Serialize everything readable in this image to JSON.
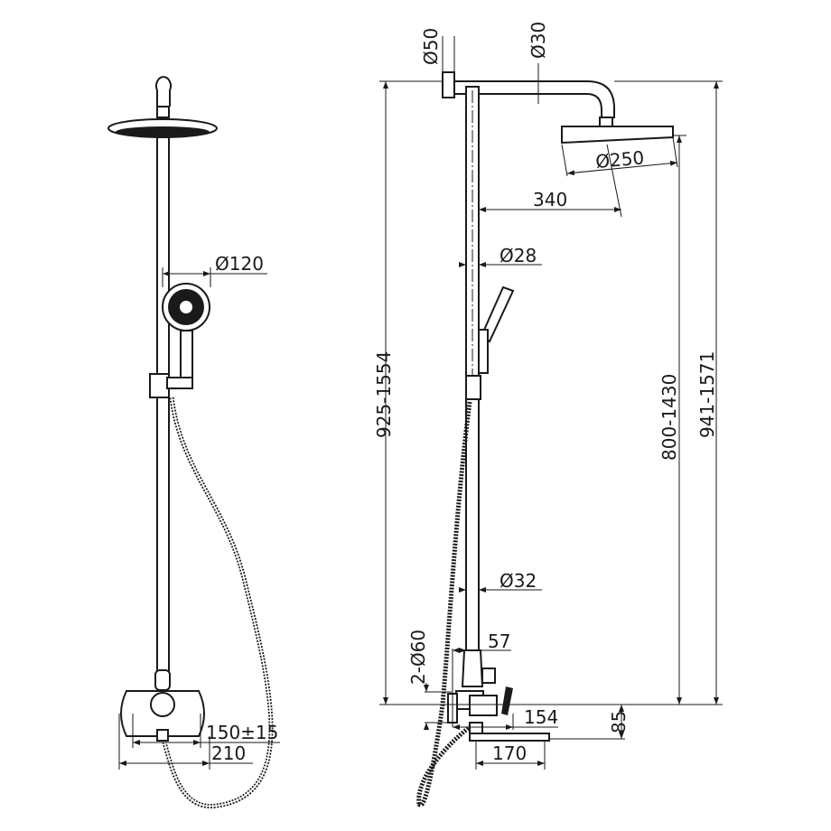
{
  "drawing": {
    "front_view": {
      "handshower_diameter": "Ø120",
      "mixer_center_distance": "150±15",
      "mixer_width": "210"
    },
    "side_view": {
      "wall_flange_diameter": "Ø50",
      "arm_diameter": "Ø30",
      "head_diameter": "Ø250",
      "arm_projection": "340",
      "upper_pipe_diameter": "Ø28",
      "lower_pipe_diameter": "Ø32",
      "total_height_range": "925-1554",
      "head_height_range": "800-1430",
      "top_height_range": "941-1571",
      "flange_diameter": "2-Ø60",
      "pipe_offset": "57",
      "mixer_depth": "154",
      "shelf_offset": "85",
      "shelf_width": "170"
    }
  }
}
